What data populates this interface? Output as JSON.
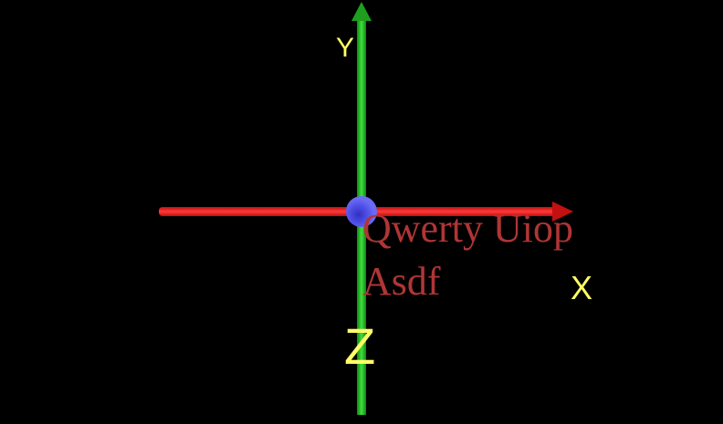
{
  "axes": {
    "x_label": "X",
    "y_label": "Y",
    "z_label": "Z"
  },
  "text_lines": [
    "Qwerty Uiop",
    "Asdf"
  ],
  "colors": {
    "x_axis": "#ff2020",
    "y_axis": "#22bb22",
    "origin": "#4a4aee",
    "axis_labels": "#ffff66",
    "text": "#b03535",
    "background": "#000000"
  }
}
